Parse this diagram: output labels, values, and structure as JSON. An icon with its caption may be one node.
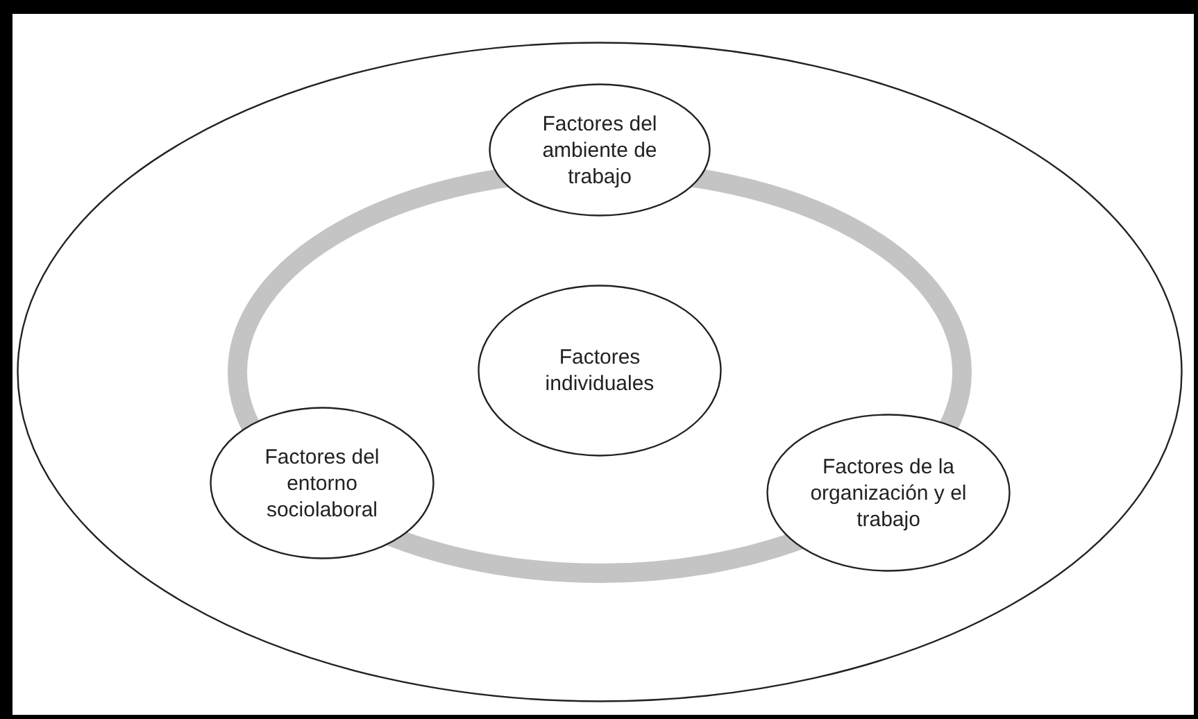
{
  "diagram": {
    "nodes": [
      {
        "text": [],
        "shape": "ellipse"
      },
      {
        "text": [],
        "shape": "ring",
        "in": 0
      },
      {
        "text": [
          "Factores del ambiente de trabajo"
        ],
        "in": 0
      },
      {
        "text": [
          "Factores individuales"
        ],
        "in": 1
      },
      {
        "text": [
          "Factores del entorno sociolaboral"
        ],
        "in": 0
      },
      {
        "text": [
          "Factores de la organización y el trabajo"
        ],
        "in": 0
      }
    ]
  }
}
